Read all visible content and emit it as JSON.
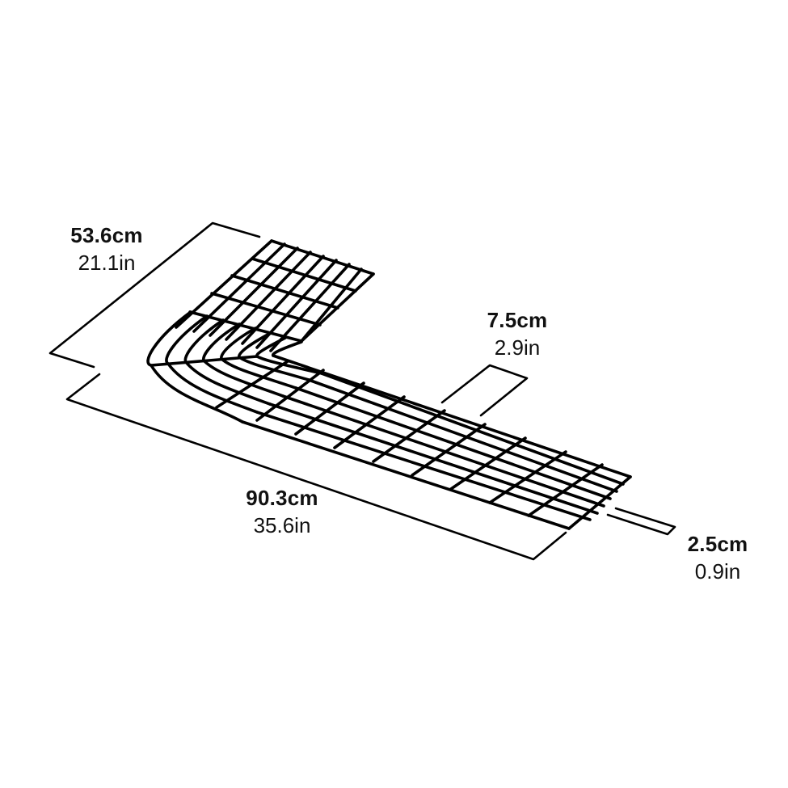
{
  "diagram": {
    "subject": "L-shaped wire grid rack with curved corner",
    "stroke_color": "#000000",
    "background_color": "#ffffff"
  },
  "dimensions": {
    "depth": {
      "metric": "53.6cm",
      "imperial": "21.1in"
    },
    "length": {
      "metric": "90.3cm",
      "imperial": "35.6in"
    },
    "width": {
      "metric": "7.5cm",
      "imperial": "2.9in"
    },
    "height": {
      "metric": "2.5cm",
      "imperial": "0.9in"
    }
  }
}
